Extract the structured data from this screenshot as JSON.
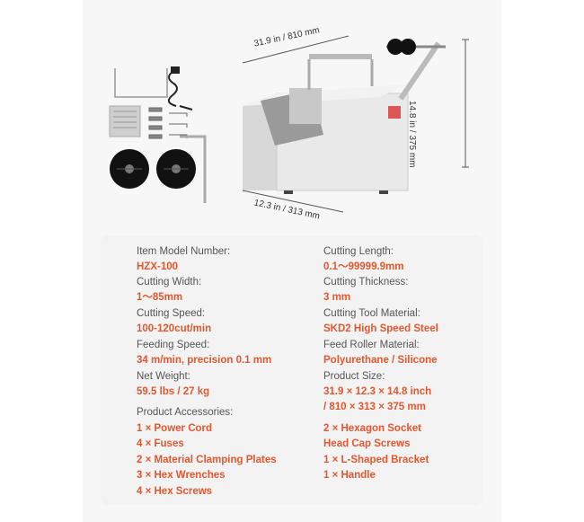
{
  "dimensions": {
    "length": "31.9 in / 810 mm",
    "depth": "12.3 in / 313 mm",
    "height": "14.8 in / 375 mm"
  },
  "specs_left": [
    {
      "label": "Item Model Number:",
      "value": "HZX-100"
    },
    {
      "label": "Cutting Width:",
      "value": "1～85mm"
    },
    {
      "label": "Cutting Speed:",
      "value": "100-120cut/min"
    },
    {
      "label": "Feeding Speed:",
      "value": "34 m/min, precision 0.1 mm"
    },
    {
      "label": "Net Weight:",
      "value": "59.5 lbs / 27 kg"
    }
  ],
  "specs_right": [
    {
      "label": "Cutting Length:",
      "value": "0.1～99999.9mm"
    },
    {
      "label": "Cutting Thickness:",
      "value": "3 mm"
    },
    {
      "label": "Cutting Tool Material:",
      "value": "SKD2 High Speed Steel"
    },
    {
      "label": "Feed Roller Material:",
      "value": "Polyurethane / Silicone"
    },
    {
      "label": "Product Size:",
      "value": "31.9 × 12.3 × 14.8 inch",
      "value2": "/ 810 × 313 × 375 mm"
    }
  ],
  "accessories": {
    "label": "Product Accessories:",
    "left": [
      "1 × Power Cord",
      "4 × Fuses",
      "2 × Material Clamping Plates",
      "3 × Hex Wrenches",
      "4 × Hex Screws"
    ],
    "right": [
      "2 × Hexagon Socket",
      "Head Cap Screws",
      "1 × L-Shaped Bracket",
      "1 × Handle"
    ]
  }
}
